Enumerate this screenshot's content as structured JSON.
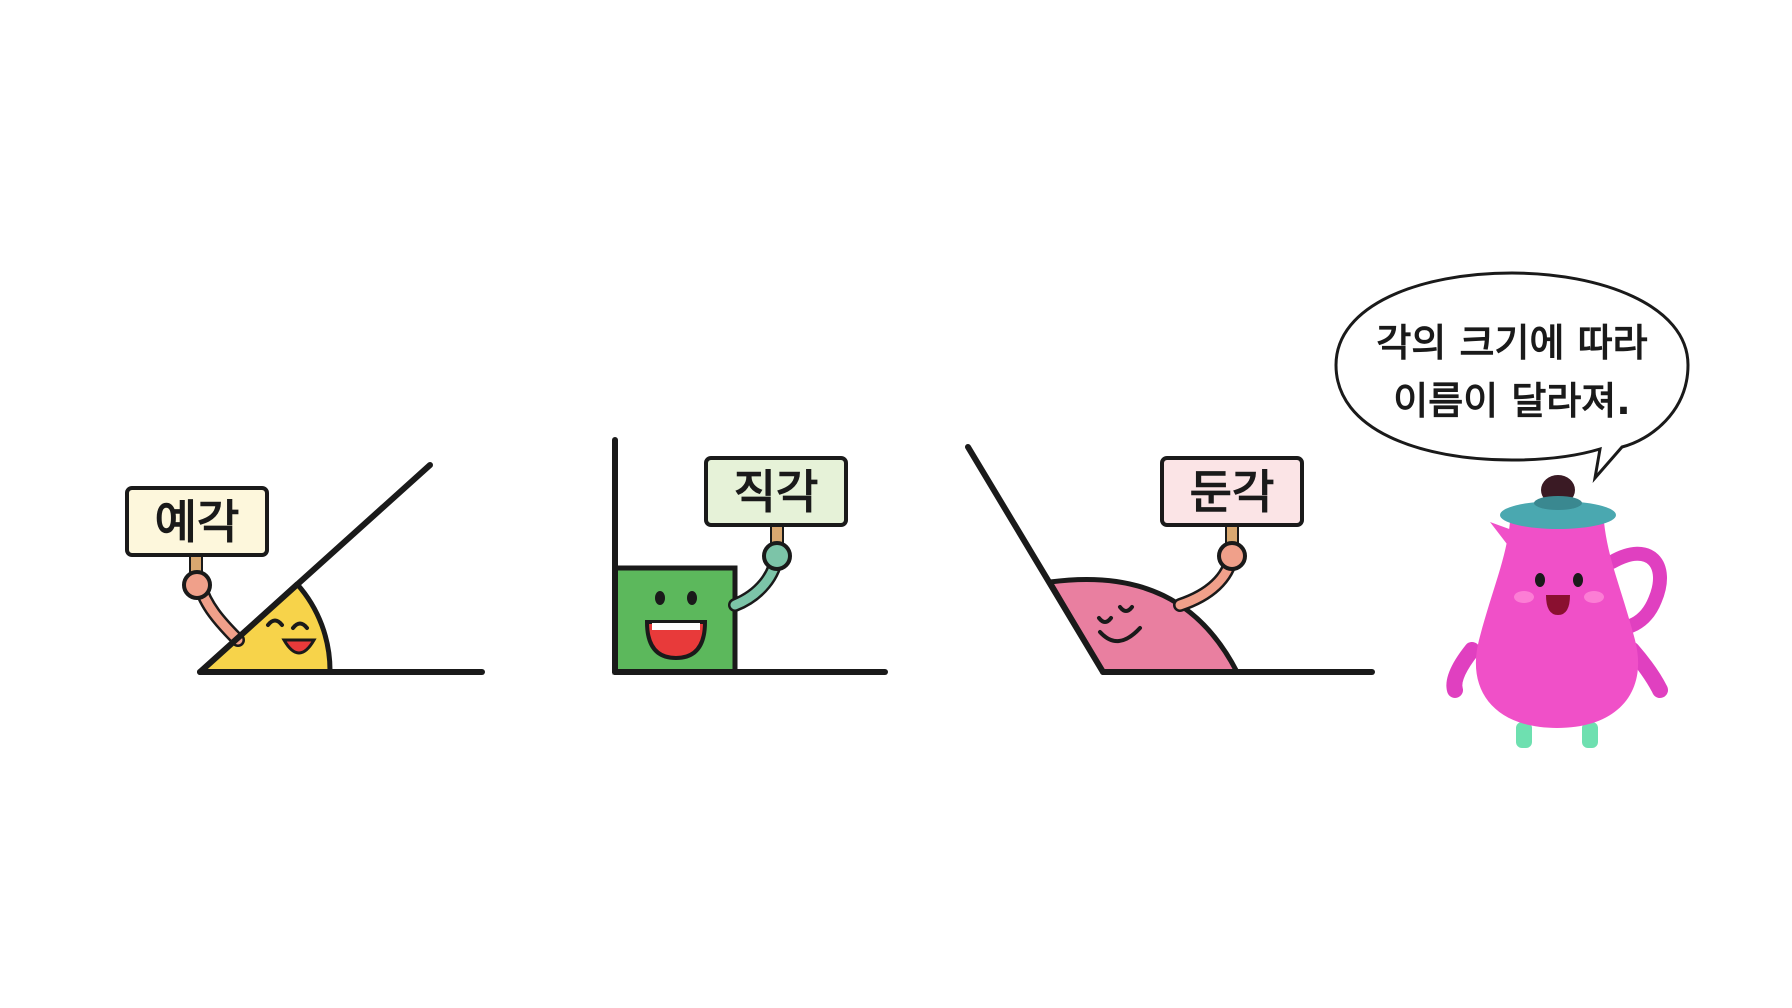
{
  "angles": {
    "acute": {
      "label": "예각",
      "sign_color": "#fdf7dc",
      "fill": "#f7d34a"
    },
    "right": {
      "label": "직각",
      "sign_color": "#e6f2d8",
      "fill": "#5cb85c"
    },
    "obtuse": {
      "label": "둔각",
      "sign_color": "#fbe4e6",
      "fill": "#e97fa0"
    }
  },
  "speech_bubble": {
    "line1": "각의 크기에 따라",
    "line2": "이름이 달라져."
  },
  "colors": {
    "line": "#1a1a1a",
    "arm_acute": "#f0a08a",
    "arm_right": "#7cc4a8",
    "arm_obtuse": "#f0a08a",
    "pitcher_body": "#f050c8",
    "pitcher_lid": "#4aa8b0",
    "pitcher_knob": "#3a1a24",
    "pitcher_feet": "#6ee0b0"
  }
}
